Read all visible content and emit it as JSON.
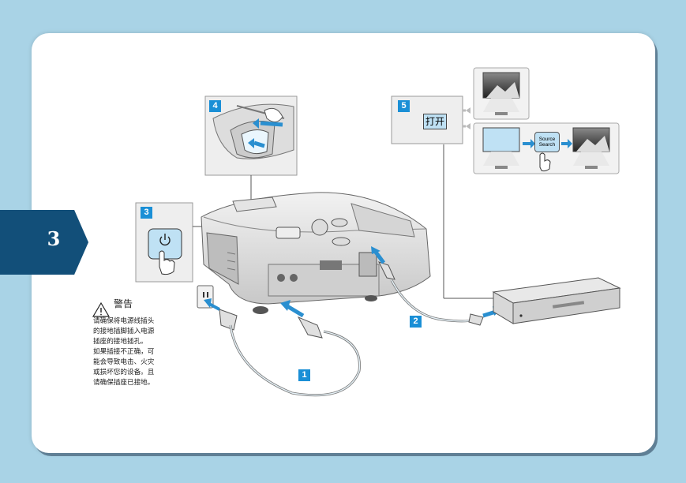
{
  "page": {
    "section_number": "3"
  },
  "steps": [
    "1",
    "2",
    "3",
    "4",
    "5"
  ],
  "warning": {
    "title": "警告",
    "lines": [
      "请确保将电源线插头",
      "的接地插脚插入电源",
      "插座的接地插孔。",
      "如果插接不正确，可",
      "能会导致电击、火灾",
      "或损坏您的设备。且",
      "请确保插座已接地。"
    ]
  },
  "step5": {
    "on_label": "打开",
    "source_button": [
      "Source",
      "Search"
    ]
  },
  "colors": {
    "background": "#a9d3e6",
    "tab": "#124f79",
    "badge": "#1a8fd6",
    "arrow": "#2a8fd0"
  },
  "icons": [
    "power-icon",
    "warning-icon",
    "hand-icon",
    "arrow-right-icon",
    "mountain-image-icon"
  ]
}
